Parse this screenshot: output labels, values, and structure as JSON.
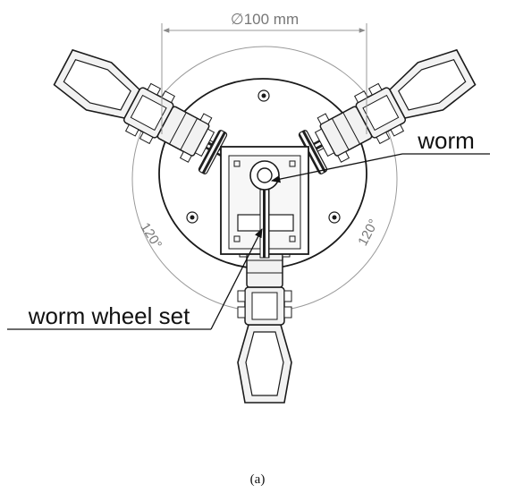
{
  "dimension": {
    "diameter": "∅100 mm"
  },
  "angles": {
    "left": "120°",
    "right": "120°"
  },
  "callouts": {
    "worm": "worm",
    "worm_wheel_set": "worm wheel set"
  },
  "caption": "(a)",
  "colors": {
    "line": "#1a1a1a",
    "dimension": "#8a8a8a",
    "part_fill": "#f2f2f2",
    "background": "#ffffff"
  }
}
